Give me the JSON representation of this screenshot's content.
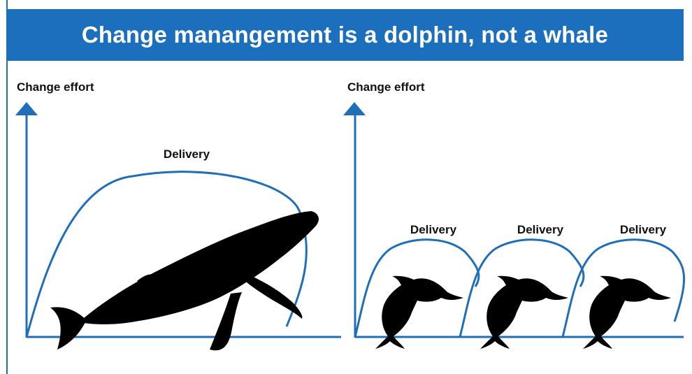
{
  "header": {
    "title": "Change manangement is a dolphin, not a whale"
  },
  "left_panel": {
    "axis_label": "Change effort",
    "delivery_label": "Delivery",
    "animal_icon": "whale-icon"
  },
  "right_panel": {
    "axis_label": "Change effort",
    "deliveries": [
      {
        "label": "Delivery",
        "animal_icon": "dolphin-icon"
      },
      {
        "label": "Delivery",
        "animal_icon": "dolphin-icon"
      },
      {
        "label": "Delivery",
        "animal_icon": "dolphin-icon"
      }
    ]
  },
  "colors": {
    "accent": "#1b6fbd",
    "axis": "#1f6fb8",
    "silhouette": "#000000",
    "header_text": "#ffffff"
  }
}
